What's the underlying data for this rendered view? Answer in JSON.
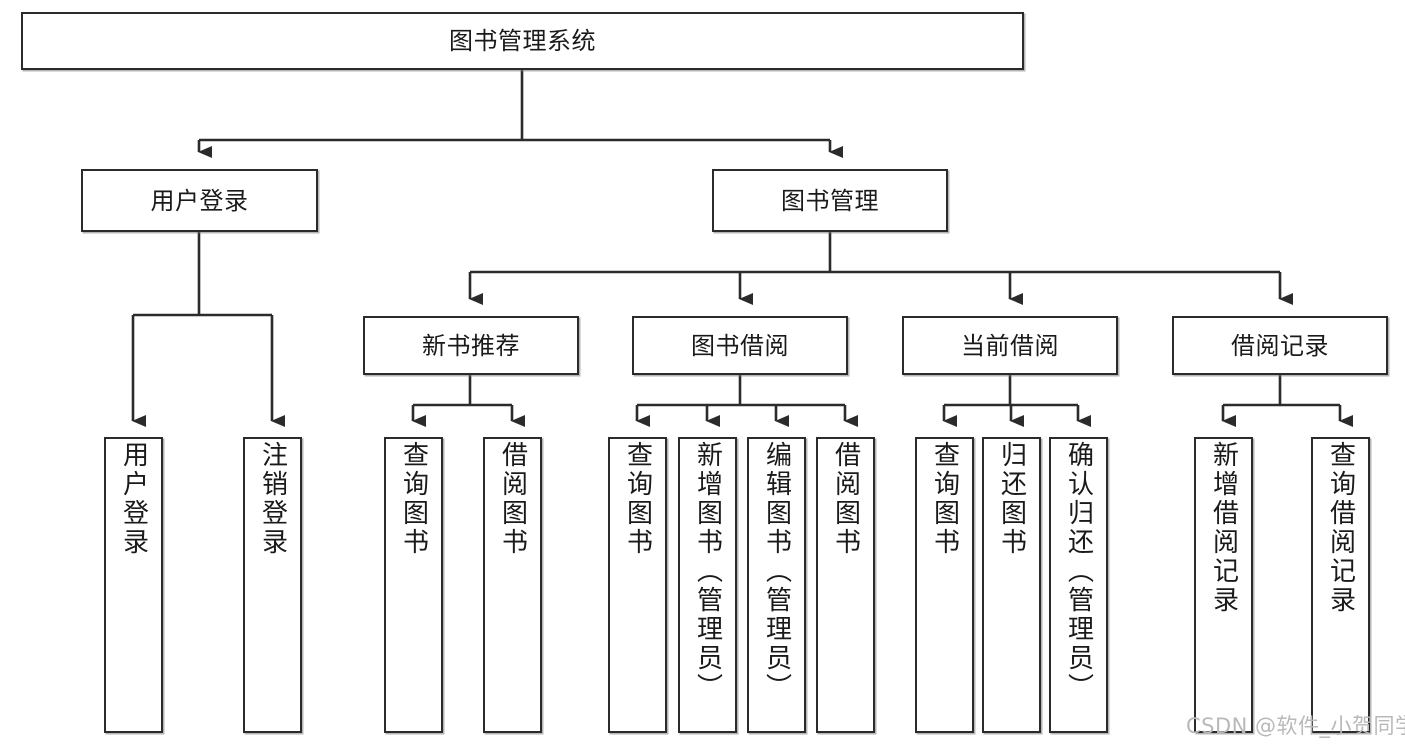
{
  "diagram": {
    "type": "tree-hierarchy",
    "title": "图书管理系统",
    "orientation": "top-down",
    "levels": 4,
    "root": {
      "id": "root",
      "label": "图书管理系统",
      "text_direction": "horizontal"
    },
    "level2": [
      {
        "id": "user-login",
        "label": "用户登录",
        "text_direction": "horizontal"
      },
      {
        "id": "book-management",
        "label": "图书管理",
        "text_direction": "horizontal"
      }
    ],
    "level3": [
      {
        "id": "new-book-recommend",
        "label": "新书推荐",
        "text_direction": "horizontal",
        "parent": "book-management"
      },
      {
        "id": "book-borrow",
        "label": "图书借阅",
        "text_direction": "horizontal",
        "parent": "book-management"
      },
      {
        "id": "current-borrow",
        "label": "当前借阅",
        "text_direction": "horizontal",
        "parent": "book-management"
      },
      {
        "id": "borrow-record",
        "label": "借阅记录",
        "text_direction": "horizontal",
        "parent": "book-management"
      }
    ],
    "leaves": [
      {
        "id": "leaf-user-login",
        "label": "用户登录",
        "parent": "user-login",
        "text_direction": "vertical"
      },
      {
        "id": "leaf-user-logout",
        "label": "注销登录",
        "parent": "user-login",
        "text_direction": "vertical"
      },
      {
        "id": "leaf-query-book-1",
        "label": "查询图书",
        "parent": "new-book-recommend",
        "text_direction": "vertical"
      },
      {
        "id": "leaf-borrow-book-1",
        "label": "借阅图书",
        "parent": "new-book-recommend",
        "text_direction": "vertical"
      },
      {
        "id": "leaf-query-book-2",
        "label": "查询图书",
        "parent": "book-borrow",
        "text_direction": "vertical"
      },
      {
        "id": "leaf-add-book",
        "label": "新增图书（管理员）",
        "parent": "book-borrow",
        "text_direction": "vertical"
      },
      {
        "id": "leaf-edit-book",
        "label": "编辑图书（管理员）",
        "parent": "book-borrow",
        "text_direction": "vertical"
      },
      {
        "id": "leaf-borrow-book-2",
        "label": "借阅图书",
        "parent": "book-borrow",
        "text_direction": "vertical"
      },
      {
        "id": "leaf-query-book-3",
        "label": "查询图书",
        "parent": "current-borrow",
        "text_direction": "vertical"
      },
      {
        "id": "leaf-return-book",
        "label": "归还图书",
        "parent": "current-borrow",
        "text_direction": "vertical"
      },
      {
        "id": "leaf-confirm-return",
        "label": "确认归还（管理员）",
        "parent": "current-borrow",
        "text_direction": "vertical"
      },
      {
        "id": "leaf-add-record",
        "label": "新增借阅记录",
        "parent": "borrow-record",
        "text_direction": "vertical"
      },
      {
        "id": "leaf-query-record",
        "label": "查询借阅记录",
        "parent": "borrow-record",
        "text_direction": "vertical"
      }
    ],
    "colors": {
      "box_border": "#2b2b2b",
      "box_fill": "#ffffff",
      "connector": "#2b2b2b",
      "text": "#1a1a1a",
      "watermark": "#b9b9b9",
      "background": "#ffffff"
    }
  },
  "watermark": {
    "text": "CSDN @软件_小贺同学"
  }
}
